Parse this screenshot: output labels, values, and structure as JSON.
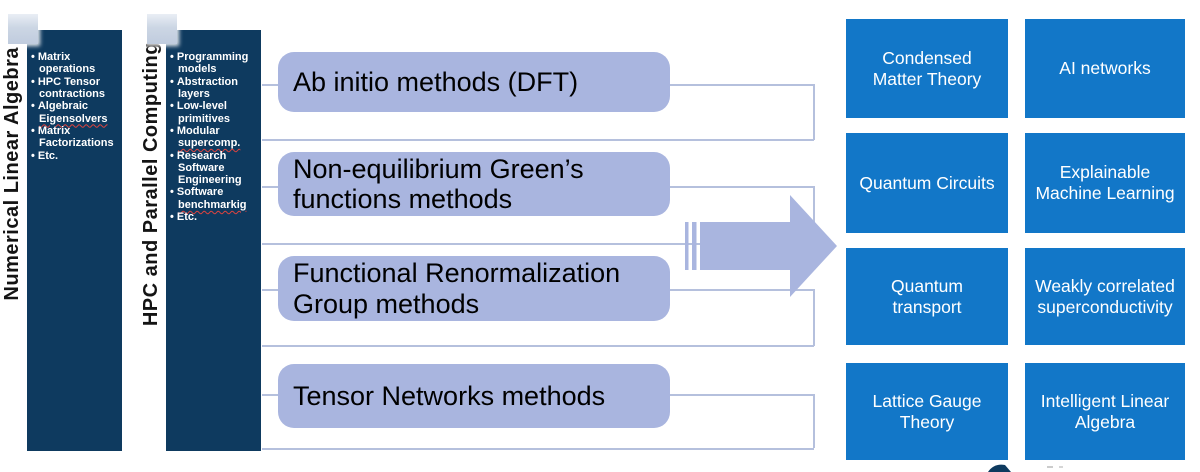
{
  "pillars": [
    {
      "title": "Numerical Linear Algebra",
      "items": [
        {
          "text": "Matrix operations"
        },
        {
          "text": "HPC Tensor contractions"
        },
        {
          "pre": "Algebraic ",
          "mis": "Eigensolvers"
        },
        {
          "text": "Matrix Factorizations"
        },
        {
          "text": "Etc."
        }
      ]
    },
    {
      "title": "HPC and Parallel Computing",
      "items": [
        {
          "text": "Programming models"
        },
        {
          "text": "Abstraction layers"
        },
        {
          "text": "Low-level primitives"
        },
        {
          "pre": "Modular ",
          "mis": "supercomp."
        },
        {
          "text": "Research Software Engineering"
        },
        {
          "pre": "Software ",
          "mis": "benchmarkig"
        },
        {
          "text": "Etc."
        }
      ]
    }
  ],
  "methods": [
    {
      "line1": "Ab initio methods (DFT)",
      "line2": ""
    },
    {
      "line1": "Non-equilibrium Green’s",
      "line2": "functions methods"
    },
    {
      "line1": "Functional Renormalization",
      "line2": "Group methods"
    },
    {
      "line1": "Tensor Networks methods",
      "line2": ""
    }
  ],
  "applications": [
    {
      "line1": "Condensed",
      "line2": "Matter Theory"
    },
    {
      "line1": "AI networks",
      "line2": ""
    },
    {
      "line1": "Quantum Circuits",
      "line2": ""
    },
    {
      "line1": "Explainable",
      "line2": "Machine Learning"
    },
    {
      "line1": "Quantum",
      "line2": "transport"
    },
    {
      "line1": "Weakly correlated",
      "line2": "superconductivity"
    },
    {
      "line1": "Lattice Gauge",
      "line2": "Theory"
    },
    {
      "line1": "Intelligent Linear",
      "line2": "Algebra"
    }
  ],
  "colors": {
    "pillar_navy": "#0e3a5f",
    "method_periwinkle": "#a9b5df",
    "application_blue": "#1277c8",
    "connector_line": "#b5c0dd",
    "spellcheck_red": "#e0433e"
  }
}
